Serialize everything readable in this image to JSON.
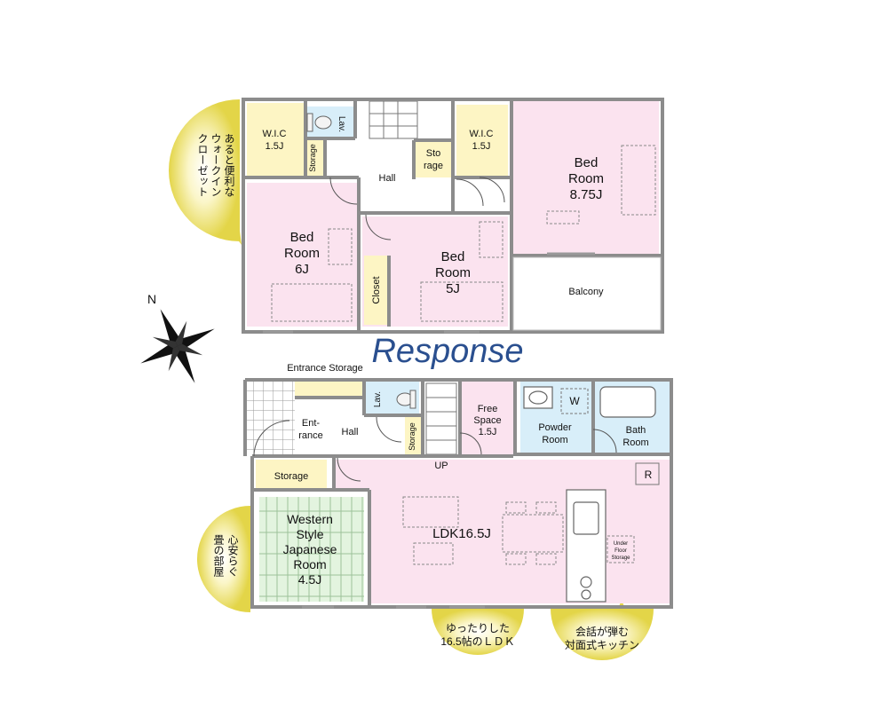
{
  "brand": "Response",
  "compass": {
    "north": "N"
  },
  "upper_floor": {
    "rooms": [
      {
        "id": "wic-left",
        "lines": [
          "W.I.C",
          "1.5J"
        ]
      },
      {
        "id": "lav",
        "lines": [
          "Lav."
        ]
      },
      {
        "id": "storage-small",
        "lines": [
          "Storage"
        ]
      },
      {
        "id": "hall",
        "lines": [
          "Hall"
        ]
      },
      {
        "id": "storage-mid",
        "lines": [
          "Sto",
          "rage"
        ]
      },
      {
        "id": "wic-right",
        "lines": [
          "W.I.C",
          "1.5J"
        ]
      },
      {
        "id": "bedroom-875",
        "lines": [
          "Bed",
          "Room",
          "8.75J"
        ]
      },
      {
        "id": "bedroom-6",
        "lines": [
          "Bed",
          "Room",
          "6J"
        ]
      },
      {
        "id": "bedroom-5",
        "lines": [
          "Bed",
          "Room",
          "5J"
        ]
      },
      {
        "id": "closet",
        "lines": [
          "Closet"
        ]
      },
      {
        "id": "balcony",
        "lines": [
          "Balcony"
        ]
      }
    ]
  },
  "lower_floor": {
    "rooms": [
      {
        "id": "entrance-storage",
        "lines": [
          "Entrance Storage"
        ]
      },
      {
        "id": "lav",
        "lines": [
          "Lav."
        ]
      },
      {
        "id": "entrance",
        "lines": [
          "Ent-",
          "rance"
        ]
      },
      {
        "id": "hall",
        "lines": [
          "Hall"
        ]
      },
      {
        "id": "storage-small",
        "lines": [
          "Storage"
        ]
      },
      {
        "id": "free-space",
        "lines": [
          "Free",
          "Space",
          "1.5J"
        ]
      },
      {
        "id": "powder-room",
        "lines": [
          "Powder",
          "Room"
        ]
      },
      {
        "id": "bath-room",
        "lines": [
          "Bath",
          "Room"
        ]
      },
      {
        "id": "storage",
        "lines": [
          "Storage"
        ]
      },
      {
        "id": "up",
        "lines": [
          "UP"
        ]
      },
      {
        "id": "japanese-room",
        "lines": [
          "Western",
          "Style",
          "Japanese",
          "Room",
          "4.5J"
        ]
      },
      {
        "id": "ldk",
        "lines": [
          "LDK16.5J"
        ]
      },
      {
        "id": "underfloor",
        "lines": [
          "Under",
          "Floor",
          "Storage"
        ]
      },
      {
        "id": "washer",
        "lines": [
          "W"
        ]
      },
      {
        "id": "fridge",
        "lines": [
          "R"
        ]
      }
    ]
  },
  "callouts": [
    {
      "id": "wic-note",
      "lines": [
        "あると便利な",
        "ウォークイン",
        "クローゼット"
      ]
    },
    {
      "id": "japanese-note",
      "lines": [
        "心安らぐ",
        "畳の部屋"
      ]
    },
    {
      "id": "ldk-note",
      "lines": [
        "ゆったりした",
        "16.5帖のＬＤＫ"
      ]
    },
    {
      "id": "kitchen-note",
      "lines": [
        "会話が弾む",
        "対面式キッチン"
      ]
    }
  ],
  "colors": {
    "pink": "#fbe3ef",
    "yellow": "#fdf5c4",
    "blue": "#d8eef9",
    "green": "#e3f4df",
    "wall": "#8c8c8c",
    "callout": "#e9dd55",
    "brand": "#2a4f8f"
  }
}
